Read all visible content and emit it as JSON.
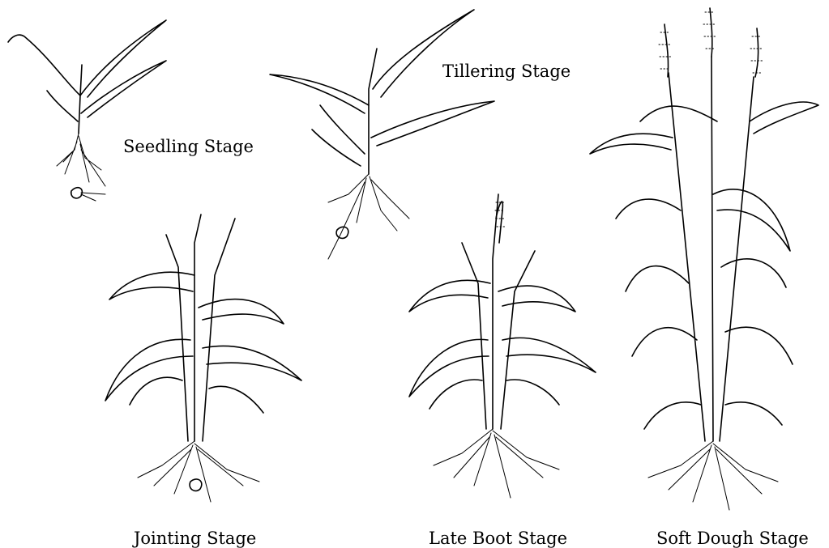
{
  "stages": [
    {
      "id": "seedling",
      "label": "Seedling Stage"
    },
    {
      "id": "tillering",
      "label": "Tillering Stage"
    },
    {
      "id": "jointing",
      "label": "Jointing Stage"
    },
    {
      "id": "late_boot",
      "label": "Late Boot Stage"
    },
    {
      "id": "soft_dough",
      "label": "Soft Dough Stage"
    }
  ]
}
